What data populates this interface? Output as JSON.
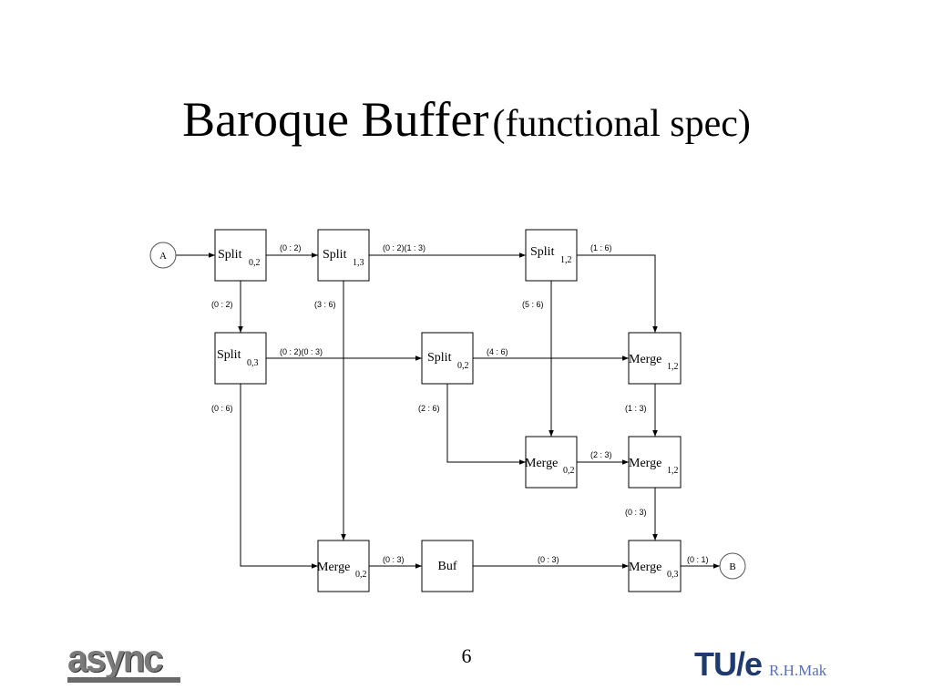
{
  "slide": {
    "title_main": "Baroque Buffer",
    "title_sub": "(functional spec)",
    "page_number": "6",
    "author": "R.H.Mak",
    "logo_left": "async",
    "logo_right": "TU/e"
  },
  "diagram": {
    "terminals": [
      {
        "id": "A",
        "label": "A"
      },
      {
        "id": "B",
        "label": "B"
      }
    ],
    "nodes": [
      {
        "id": "s02a",
        "name": "Split",
        "sub": "0,2"
      },
      {
        "id": "s13",
        "name": "Split",
        "sub": "1,3"
      },
      {
        "id": "s12",
        "name": "Split",
        "sub": "1,2"
      },
      {
        "id": "s03",
        "name": "Split",
        "sub": "0,3"
      },
      {
        "id": "s02b",
        "name": "Split",
        "sub": "0,2"
      },
      {
        "id": "m12a",
        "name": "Merge",
        "sub": "1,2"
      },
      {
        "id": "m02a",
        "name": "Merge",
        "sub": "0,2"
      },
      {
        "id": "m12b",
        "name": "Merge",
        "sub": "1,2"
      },
      {
        "id": "m02b",
        "name": "Merge",
        "sub": "0,2"
      },
      {
        "id": "buf",
        "name": "Buf",
        "sub": ""
      },
      {
        "id": "m03",
        "name": "Merge",
        "sub": "0,3"
      }
    ],
    "edge_labels": [
      {
        "id": "A_s02a",
        "text": ""
      },
      {
        "id": "s02a_s13",
        "text": "(0 : 2)"
      },
      {
        "id": "s13_s12",
        "text": "(0 : 2)(1 : 3)"
      },
      {
        "id": "s12_m12a",
        "text": "(1 : 6)"
      },
      {
        "id": "s02a_s03",
        "text": "(0 : 2)"
      },
      {
        "id": "s13_m02b",
        "text": "(3 : 6)"
      },
      {
        "id": "s12_m02a",
        "text": "(5 : 6)"
      },
      {
        "id": "s03_s02b",
        "text": "(0 : 2)(0 : 3)"
      },
      {
        "id": "s02b_m12a",
        "text": "(4 : 6)"
      },
      {
        "id": "s03_m02b",
        "text": "(0 : 6)"
      },
      {
        "id": "s02b_m02a",
        "text": "(2 : 6)"
      },
      {
        "id": "m12a_m12b",
        "text": "(1 : 3)"
      },
      {
        "id": "m02a_m12b",
        "text": "(2 : 3)"
      },
      {
        "id": "m12b_m03",
        "text": "(0 : 3)"
      },
      {
        "id": "m02b_buf",
        "text": "(0 : 3)"
      },
      {
        "id": "buf_m03",
        "text": "(0 : 3)"
      },
      {
        "id": "m03_B",
        "text": "(0 : 1)"
      }
    ]
  }
}
